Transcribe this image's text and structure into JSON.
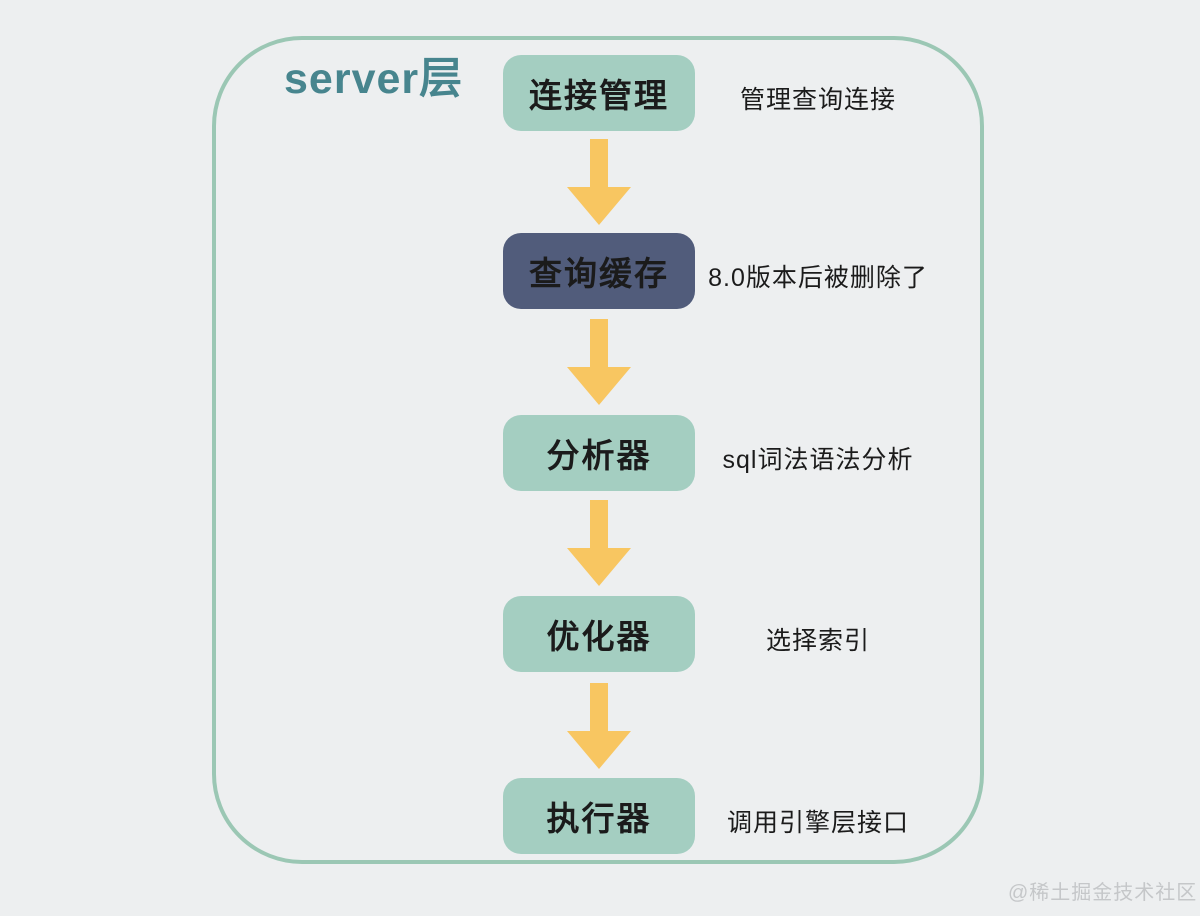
{
  "title": "server层",
  "flow": {
    "connector_icon": "arrow-down",
    "steps": [
      {
        "label": "连接管理",
        "note": "管理查询连接",
        "variant": "teal"
      },
      {
        "label": "查询缓存",
        "note": "8.0版本后被删除了",
        "variant": "dark"
      },
      {
        "label": "分析器",
        "note": "sql词法语法分析",
        "variant": "teal"
      },
      {
        "label": "优化器",
        "note": "选择索引",
        "variant": "teal"
      },
      {
        "label": "执行器",
        "note": "调用引擎层接口",
        "variant": "teal"
      }
    ]
  },
  "watermark": "@稀土掘金技术社区",
  "colors": {
    "page_bg": "#edeff0",
    "container_border": "#9bc7b4",
    "box_teal": "#a4cec1",
    "box_dark": "#515c7b",
    "arrow": "#f8c661",
    "title_color": "#47858e",
    "text": "#1b1b1b",
    "watermark_color": "#c5c7c9"
  }
}
